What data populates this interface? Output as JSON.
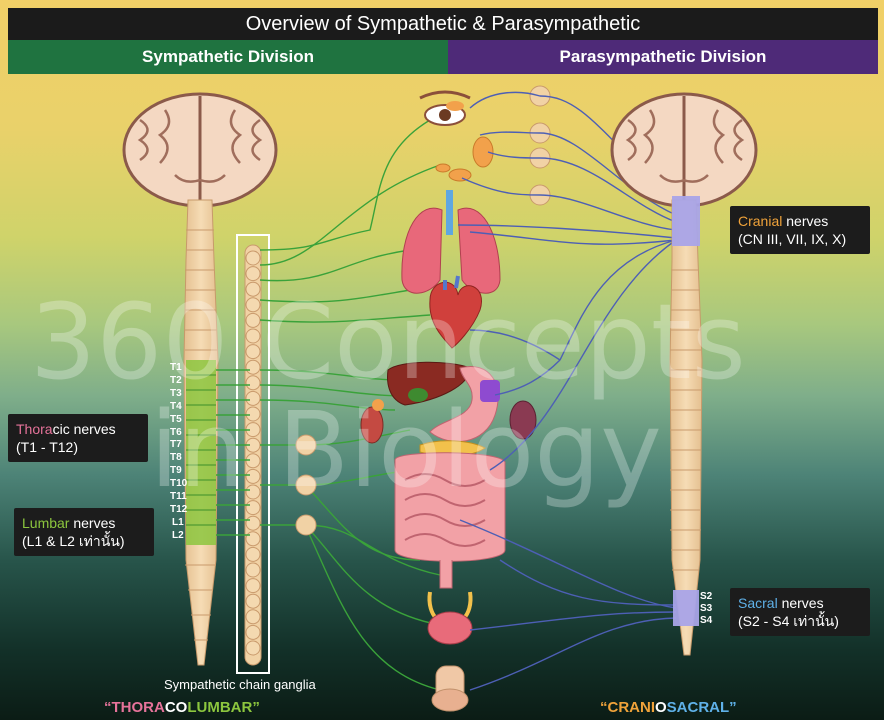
{
  "title": "Overview of Sympathetic & Parasympathetic",
  "divisions": {
    "sympathetic": "Sympathetic Division",
    "parasympathetic": "Parasympathetic Division"
  },
  "thoracic_segments": [
    "T1",
    "T2",
    "T3",
    "T4",
    "T5",
    "T6",
    "T7",
    "T8",
    "T9",
    "T10",
    "T11",
    "T12"
  ],
  "lumbar_segments": [
    "L1",
    "L2"
  ],
  "sacral_segments": [
    "S2",
    "S3",
    "S4"
  ],
  "labels": {
    "thoracic_prefix": "Thora",
    "thoracic_suffix": "cic nerves",
    "thoracic_range": "(T1 - T12)",
    "lumbar_prefix": "Lumbar",
    "lumbar_suffix": " nerves",
    "lumbar_range": "(L1 & L2 เท่านั้น)",
    "cranial_prefix": "Cranial",
    "cranial_suffix": " nerves",
    "cranial_range": "(CN III, VII, IX, X)",
    "sacral_prefix": "Sacral",
    "sacral_suffix": " nerves",
    "sacral_range": "(S2 - S4 เท่านั้น)",
    "chain_caption": "Sympathetic chain ganglia",
    "thoracolumbar_a": "“THORA",
    "thoracolumbar_b": "CO",
    "thoracolumbar_c": "LUMBAR”",
    "craniosacral_a": "“CRANI",
    "craniosacral_b": "O",
    "craniosacral_c": "SACRAL”"
  },
  "watermark": {
    "line1": "360 Concepts",
    "line2": "in Biology"
  },
  "colors": {
    "sympathetic": "#1f7340",
    "parasympathetic": "#4e2a78",
    "sym_nerve": "#3aa23a",
    "para_nerve": "#4d5fb5",
    "thoracic_highlight": "#e6739a",
    "lumbar_highlight": "#8cc63e",
    "cranial_highlight": "#f0a33a",
    "sacral_highlight": "#5fb1e8"
  }
}
